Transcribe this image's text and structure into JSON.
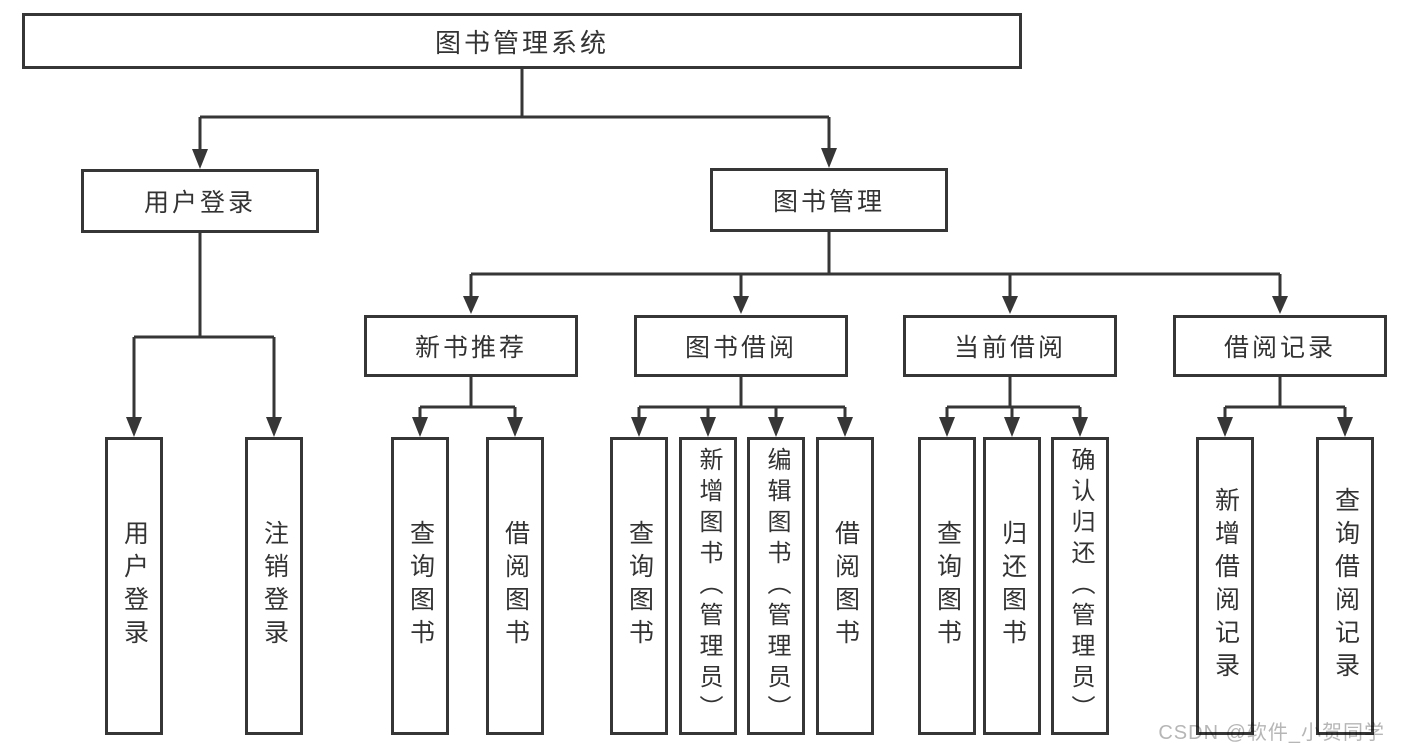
{
  "diagram": {
    "root": {
      "label": "图书管理系统"
    },
    "level2": [
      {
        "label": "用户登录"
      },
      {
        "label": "图书管理"
      }
    ],
    "level3": [
      {
        "label": "新书推荐"
      },
      {
        "label": "图书借阅"
      },
      {
        "label": "当前借阅"
      },
      {
        "label": "借阅记录"
      }
    ],
    "leaves": {
      "login": [
        "用户登录",
        "注销登录"
      ],
      "newbook": [
        "查询图书",
        "借阅图书"
      ],
      "borrow": [
        "查询图书",
        "新增图书（管理员）",
        "编辑图书（管理员）",
        "借阅图书"
      ],
      "current": [
        "查询图书",
        "归还图书",
        "确认归还（管理员）"
      ],
      "records": [
        "新增借阅记录",
        "查询借阅记录"
      ]
    }
  },
  "watermark": {
    "text": "CSDN @软件_小贺同学"
  },
  "colors": {
    "line": "#363636",
    "text": "#333333",
    "watermark": "#b6b6b6",
    "background": "#ffffff"
  }
}
